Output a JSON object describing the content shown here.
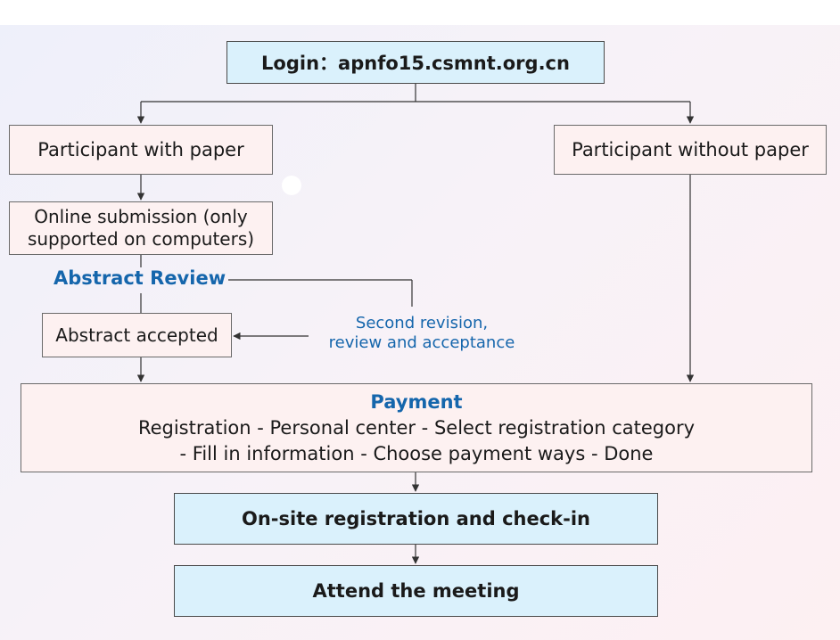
{
  "flow": {
    "login": "Login：apnfo15.csmnt.org.cn",
    "participant_with_paper": "Participant with paper",
    "participant_without_paper": "Participant without paper",
    "online_submission_line1": "Online submission (only",
    "online_submission_line2": "supported on computers)",
    "abstract_review": "Abstract Review",
    "abstract_accepted": "Abstract accepted",
    "second_revision_line1": "Second revision,",
    "second_revision_line2": "review and acceptance",
    "payment_title": "Payment",
    "payment_line1": "Registration - Personal center - Select registration category",
    "payment_line2": "- Fill in information - Choose payment ways - Done",
    "onsite": "On-site registration and check-in",
    "attend": "Attend the meeting"
  },
  "colors": {
    "blue_box_fill": "#daf1fc",
    "pink_box_fill": "#fdf1f1",
    "accent_text": "#1566ac",
    "line": "#333333"
  }
}
